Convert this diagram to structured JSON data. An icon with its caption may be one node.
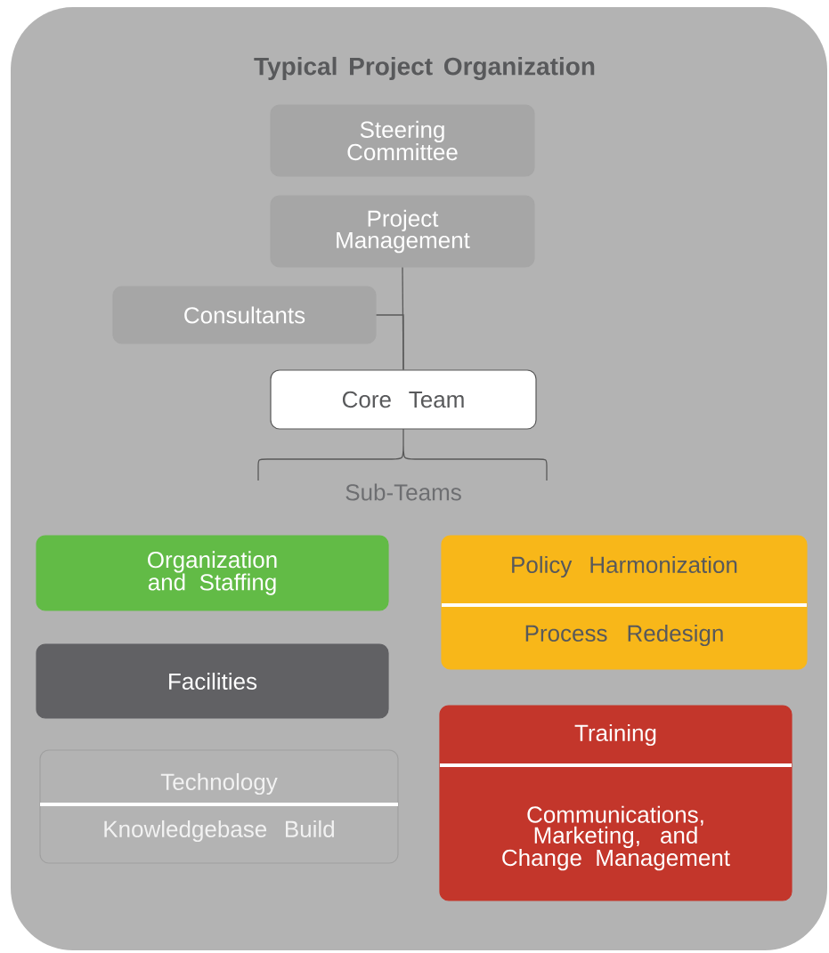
{
  "diagram": {
    "title": "Typical Project Organization",
    "nodes": [
      {
        "text": [
          "Steering Committee"
        ]
      },
      {
        "text": [
          "Project Management"
        ]
      },
      {
        "text": [
          "Consultants"
        ]
      },
      {
        "text": [
          "Core Team"
        ]
      },
      {
        "text": [
          "Organization and Staffing"
        ]
      },
      {
        "text": [
          "Policy Harmonization",
          "Process Redesign"
        ]
      },
      {
        "text": [
          "Facilities"
        ]
      },
      {
        "text": [
          "Training",
          "Communications, Marketing, and Change Management"
        ]
      },
      {
        "text": [
          "Technology",
          "Knowledgebase Build"
        ]
      }
    ],
    "edges": [
      {
        "from": 1,
        "to": 3,
        "arrow": "none"
      },
      {
        "from": 2,
        "to": 3,
        "arrow": "none"
      }
    ],
    "labels": [
      "Sub-Teams"
    ]
  }
}
